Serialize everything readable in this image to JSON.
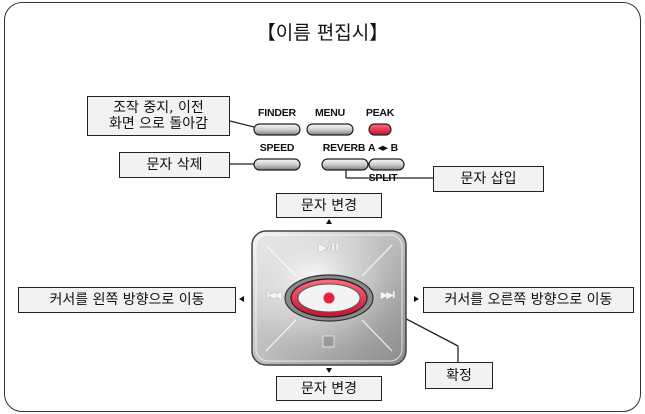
{
  "title": "【이름 편집시】",
  "callouts": {
    "back_line1": "조작 중지, 이전",
    "back_line2": "화면 으로 돌아감",
    "delete_char": "문자 삭제",
    "insert_char": "문자 삽입",
    "change_char_top": "문자 변경",
    "change_char_bottom": "문자 변경",
    "cursor_left": "커서를 왼쪽 방향으로 이동",
    "cursor_right": "커서를 오른쪽 방향으로 이동",
    "confirm": "확정"
  },
  "buttons": {
    "finder": "FINDER",
    "menu": "MENU",
    "peak": "PEAK",
    "speed": "SPEED",
    "reverb": "REVERB",
    "ab": "A ◂▸ B",
    "split": "SPLIT"
  },
  "pad": {
    "top_symbol": "▶/II",
    "left_symbol": "I◀◀",
    "right_symbol": "▶▶I",
    "bottom_symbol": "■"
  },
  "colors": {
    "accent_red": "#e8223f",
    "callout_fill": "#f2f2f2"
  }
}
